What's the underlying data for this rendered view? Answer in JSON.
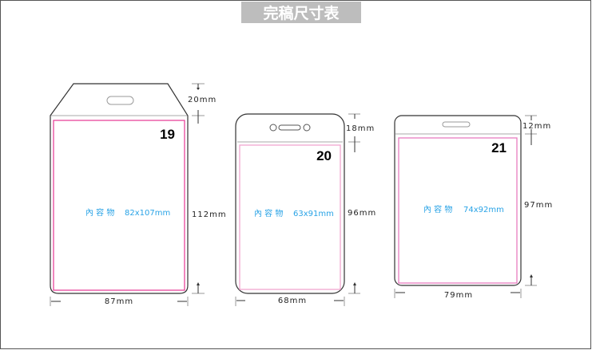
{
  "title": "完稿尺寸表",
  "colors": {
    "pink": "#e8459c",
    "content_text": "#29a3e6",
    "title_bg": "#bdbdbd"
  },
  "cards": [
    {
      "number": "19",
      "content_label": "內 容 物",
      "content_size": "82x107mm",
      "header_height": "20mm",
      "body_height": "112mm",
      "width": "87mm"
    },
    {
      "number": "20",
      "content_label": "內 容 物",
      "content_size": "63x91mm",
      "header_height": "18mm",
      "body_height": "96mm",
      "width": "68mm"
    },
    {
      "number": "21",
      "content_label": "內 容 物",
      "content_size": "74x92mm",
      "header_height": "12mm",
      "body_height": "97mm",
      "width": "79mm"
    }
  ]
}
